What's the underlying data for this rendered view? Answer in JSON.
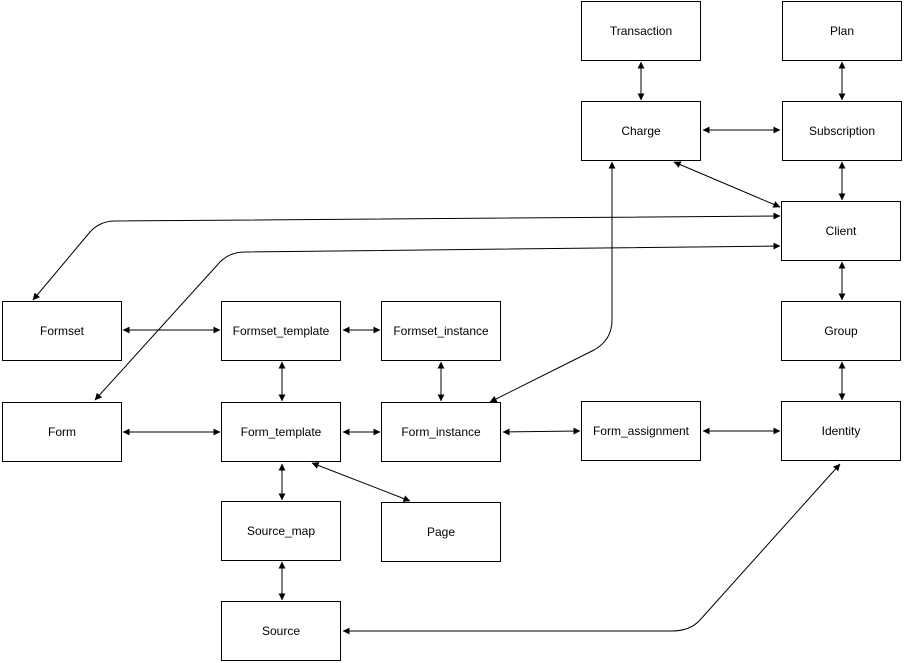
{
  "diagram": {
    "nodes": {
      "transaction": "Transaction",
      "plan": "Plan",
      "charge": "Charge",
      "subscription": "Subscription",
      "client": "Client",
      "formset": "Formset",
      "formset_template": "Formset_template",
      "formset_instance": "Formset_instance",
      "group": "Group",
      "form": "Form",
      "form_template": "Form_template",
      "form_instance": "Form_instance",
      "form_assignment": "Form_assignment",
      "identity": "Identity",
      "source_map": "Source_map",
      "page": "Page",
      "source": "Source"
    },
    "edges": [
      {
        "from": "transaction",
        "to": "charge",
        "arrows": "both"
      },
      {
        "from": "plan",
        "to": "subscription",
        "arrows": "both"
      },
      {
        "from": "charge",
        "to": "subscription",
        "arrows": "both"
      },
      {
        "from": "subscription",
        "to": "client",
        "arrows": "both"
      },
      {
        "from": "charge",
        "to": "client",
        "arrows": "both"
      },
      {
        "from": "client",
        "to": "formset",
        "arrows": "both"
      },
      {
        "from": "client",
        "to": "form",
        "arrows": "both"
      },
      {
        "from": "client",
        "to": "group",
        "arrows": "both"
      },
      {
        "from": "group",
        "to": "identity",
        "arrows": "both"
      },
      {
        "from": "formset",
        "to": "formset_template",
        "arrows": "both"
      },
      {
        "from": "formset_template",
        "to": "formset_instance",
        "arrows": "both"
      },
      {
        "from": "formset_template",
        "to": "form_template",
        "arrows": "both"
      },
      {
        "from": "formset_instance",
        "to": "form_instance",
        "arrows": "both"
      },
      {
        "from": "form",
        "to": "form_template",
        "arrows": "both"
      },
      {
        "from": "form_template",
        "to": "form_instance",
        "arrows": "both"
      },
      {
        "from": "form_instance",
        "to": "form_assignment",
        "arrows": "both"
      },
      {
        "from": "form_assignment",
        "to": "identity",
        "arrows": "both"
      },
      {
        "from": "charge",
        "to": "form_instance",
        "arrows": "both"
      },
      {
        "from": "form_template",
        "to": "source_map",
        "arrows": "both"
      },
      {
        "from": "form_template",
        "to": "page",
        "arrows": "both"
      },
      {
        "from": "source_map",
        "to": "source",
        "arrows": "both"
      },
      {
        "from": "identity",
        "to": "source",
        "arrows": "both"
      }
    ]
  }
}
